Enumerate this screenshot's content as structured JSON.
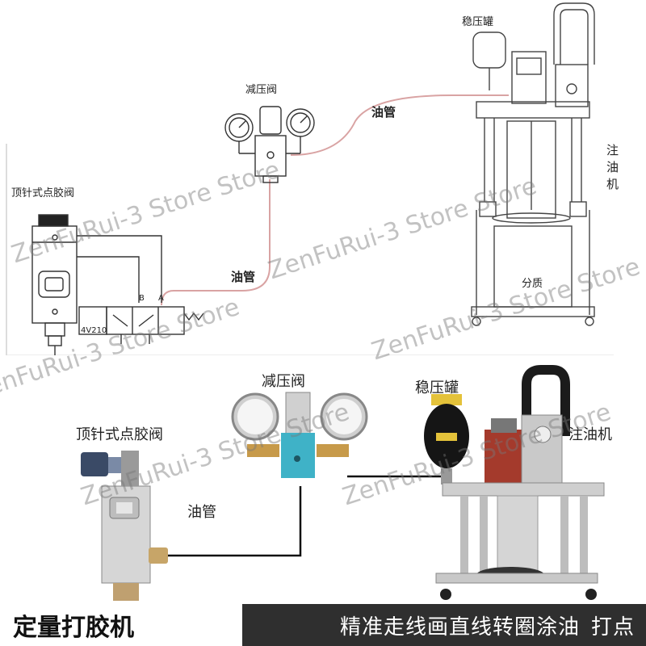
{
  "top_diagram": {
    "dispense_valve": "顶针式点胶阀",
    "pressure_reducer": "减压阀",
    "accumulator": "稳压罐",
    "oil_pipe_1": "油管",
    "oil_pipe_2": "油管",
    "injector_label": "注油机",
    "valve_port_b": "B",
    "valve_port_a": "A",
    "solenoid_model": "4V210",
    "tank_label": "分质"
  },
  "bottom_photo": {
    "dispense_valve": "顶针式点胶阀",
    "pressure_reducer": "减压阀",
    "accumulator": "稳压罐",
    "oil_pipe": "油管",
    "injector_label": "注油机"
  },
  "watermark": "ZenFuRui-3 Store Store",
  "footer": {
    "title": "定量打胶机",
    "slogan": "精准走线画直线转圈涂油",
    "slogan_tail": "打点"
  },
  "colors": {
    "pipe_red": "#d9a3a3",
    "line_dark": "#333333",
    "footer_dark": "#2f2f2f"
  }
}
